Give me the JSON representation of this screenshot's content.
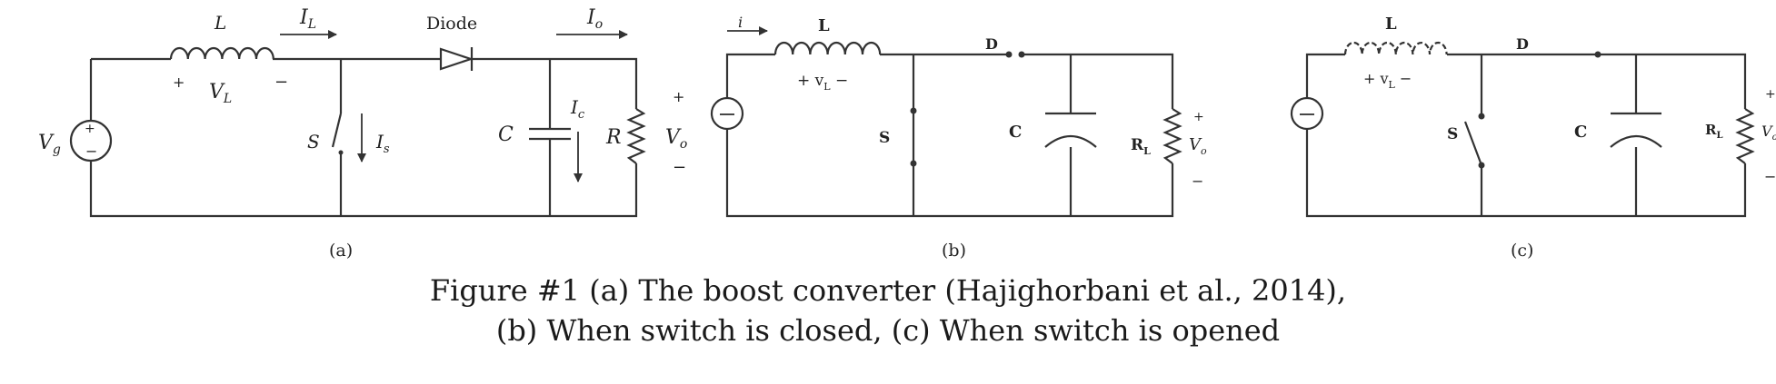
{
  "diagram_a": {
    "inductor_label": "L",
    "inductor_voltage_label": "V",
    "inductor_voltage_sub": "L",
    "plus_sign": "+",
    "minus_sign": "−",
    "inductor_current_label": "I",
    "inductor_current_sub": "L",
    "diode_label": "Diode",
    "output_current_label": "I",
    "output_current_sub": "o",
    "source_label": "V",
    "source_sub": "g",
    "switch_label": "S",
    "switch_current_label": "I",
    "switch_current_sub": "s",
    "capacitor_label": "C",
    "capacitor_current_label": "I",
    "capacitor_current_sub": "c",
    "resistor_label": "R",
    "output_voltage_label": "V",
    "output_voltage_sub": "o",
    "panel_label": "(a)"
  },
  "diagram_b": {
    "current_label": "i",
    "inductor_label": "L",
    "inductor_voltage_label": "+ v",
    "inductor_voltage_sub": "L",
    "inductor_voltage_minus": " −",
    "diode_label": "D",
    "switch_label": "S",
    "capacitor_label": "C",
    "resistor_label": "R",
    "resistor_sub": "L",
    "output_plus": "+",
    "output_voltage_label": "V",
    "output_voltage_sub": "o",
    "output_minus": "−",
    "panel_label": "(b)"
  },
  "diagram_c": {
    "inductor_label": "L",
    "inductor_voltage_label": "+ v",
    "inductor_voltage_sub": "L",
    "inductor_voltage_minus": " −",
    "diode_label": "D",
    "switch_label": "S",
    "capacitor_label": "C",
    "resistor_label": "R",
    "resistor_sub": "L",
    "output_plus": "+",
    "output_voltage_label": "V",
    "output_voltage_sub": "o",
    "output_minus": "−",
    "panel_label": "(c)"
  },
  "caption": {
    "line1": "Figure #1 (a) The boost converter (Hajighorbani et al., 2014),",
    "line2": "(b) When switch is closed, (c) When switch is opened"
  }
}
